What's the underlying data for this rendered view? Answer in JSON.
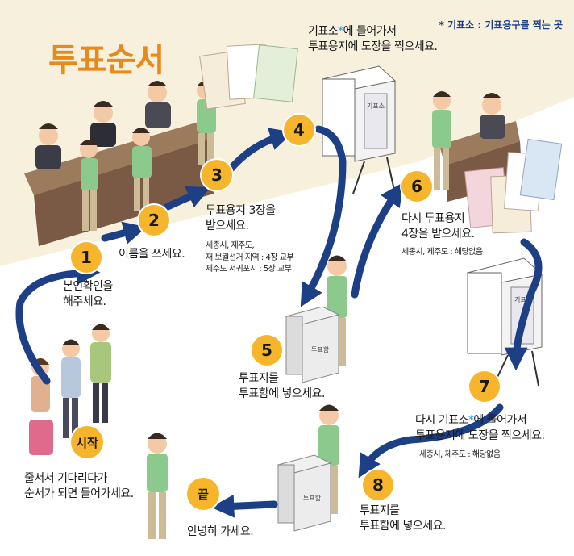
{
  "title": "투표순서",
  "note": "* 기표소 : 기표용구를 찍는 곳",
  "steps": [
    {
      "badge": "시작",
      "text": [
        "줄서서 기다리다가",
        "순서가 되면 들어가세요."
      ]
    },
    {
      "badge": "1",
      "text": [
        "본인확인을",
        "해주세요."
      ]
    },
    {
      "badge": "2",
      "text": [
        "이름을 쓰세요."
      ]
    },
    {
      "badge": "3",
      "text": [
        "투표용지 3장을",
        "받으세요."
      ],
      "sub": [
        "세종시, 제주도,",
        "재·보궐선거 지역 : 4장 교부",
        "제주도 서귀포시 : 5장 교부"
      ]
    },
    {
      "badge": "4",
      "text_pre": [
        "기표소",
        "*",
        "에 들어가서"
      ],
      "text2": "투표용지에 도장을 찍으세요."
    },
    {
      "badge": "5",
      "text": [
        "투표지를",
        "투표함에 넣으세요."
      ]
    },
    {
      "badge": "6",
      "text": [
        "다시 투표용지",
        "4장을 받으세요."
      ],
      "sub": [
        "세종시, 제주도 : 해당없음"
      ]
    },
    {
      "badge": "7",
      "text_pre": [
        "다시 기표소",
        "*",
        "에 들어가서"
      ],
      "text2": "투표용지에 도장을 찍으세요.",
      "sub": [
        "세종시, 제주도 : 해당없음"
      ]
    },
    {
      "badge": "8",
      "text": [
        "투표지를",
        "투표함에 넣으세요."
      ]
    },
    {
      "badge": "끝",
      "text": [
        "안녕히 가세요."
      ]
    }
  ],
  "booth_label": "기표소",
  "ballot_box_label": "투표함",
  "colors": {
    "title": "#e8891c",
    "badge": "#f7b52b",
    "arrow": "#1d3f86",
    "asterisk": "#2196f3",
    "floor": "#f6f0dc",
    "desk": "#7a5a44"
  }
}
